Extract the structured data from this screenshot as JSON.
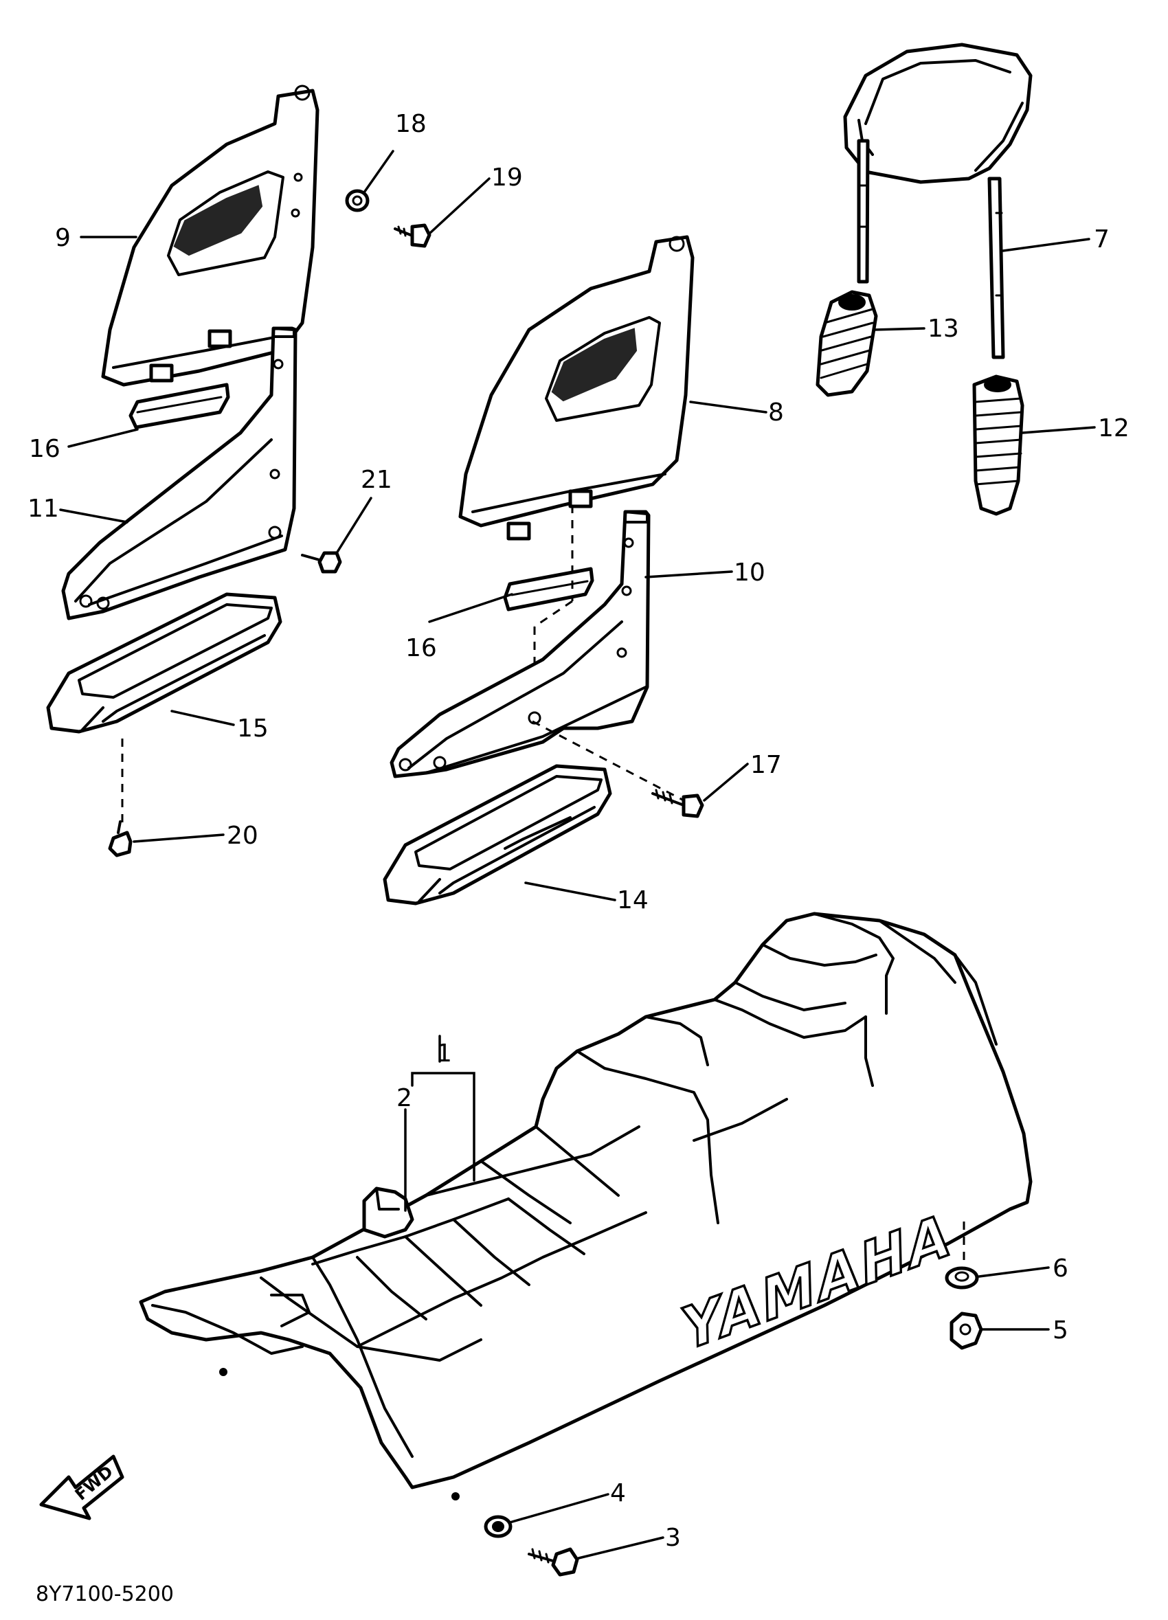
{
  "diagram": {
    "code": "8Y7100-5200",
    "brand_text": "YAMAHA",
    "direction_label": "FWD",
    "callouts": {
      "c1": "1",
      "c2": "2",
      "c3": "3",
      "c4": "4",
      "c5": "5",
      "c6": "6",
      "c7": "7",
      "c8": "8",
      "c9": "9",
      "c10": "10",
      "c11": "11",
      "c12": "12",
      "c13": "13",
      "c14": "14",
      "c15": "15",
      "c16a": "16",
      "c16b": "16",
      "c17": "17",
      "c18": "18",
      "c19": "19",
      "c20": "20",
      "c21": "21"
    }
  }
}
